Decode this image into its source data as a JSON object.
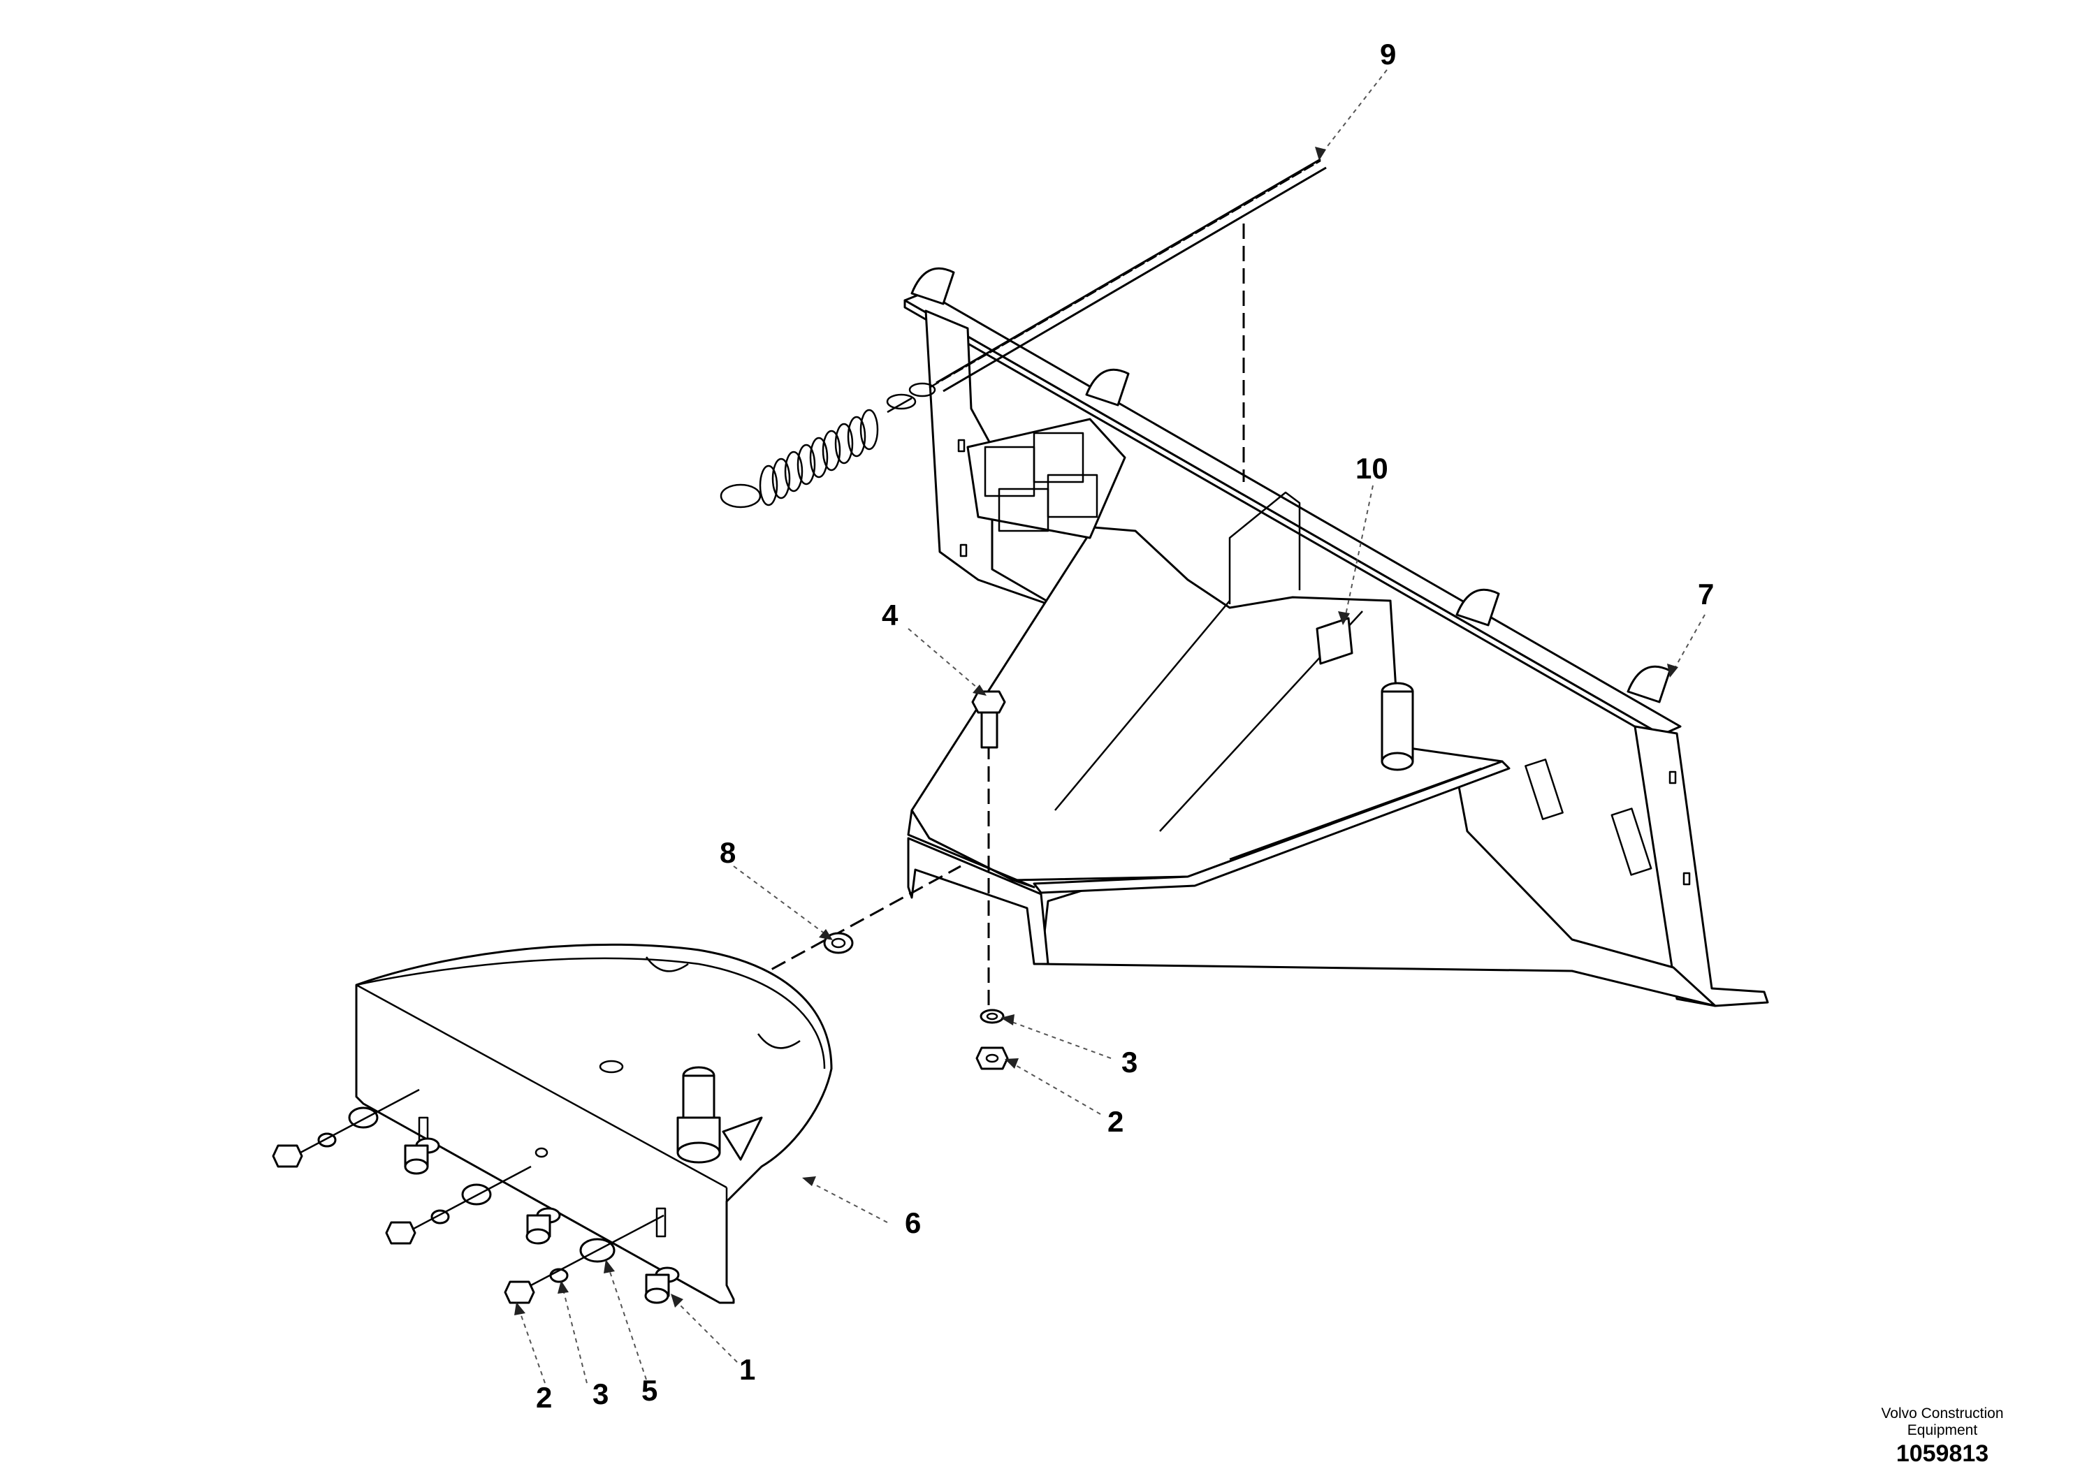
{
  "callouts": [
    {
      "id": "c1",
      "label": "1"
    },
    {
      "id": "c2a",
      "label": "2"
    },
    {
      "id": "c2b",
      "label": "2"
    },
    {
      "id": "c3a",
      "label": "3"
    },
    {
      "id": "c3b",
      "label": "3"
    },
    {
      "id": "c4",
      "label": "4"
    },
    {
      "id": "c5",
      "label": "5"
    },
    {
      "id": "c6",
      "label": "6"
    },
    {
      "id": "c7",
      "label": "7"
    },
    {
      "id": "c8",
      "label": "8"
    },
    {
      "id": "c9",
      "label": "9"
    },
    {
      "id": "c10",
      "label": "10"
    }
  ],
  "footer": {
    "company_line1": "Volvo Construction",
    "company_line2": "Equipment",
    "drawing_number": "1059813"
  }
}
